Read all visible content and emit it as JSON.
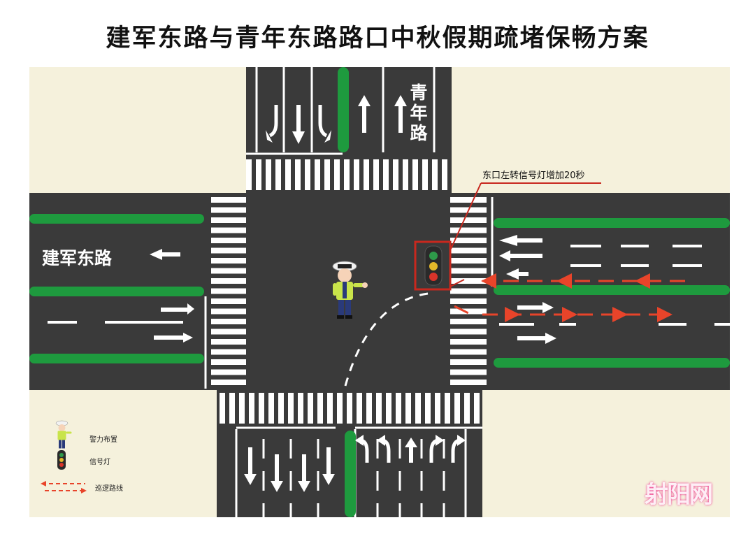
{
  "title": "建军东路与青年东路路口中秋假期疏堵保畅方案",
  "road_north_label": "青年路",
  "road_west_label": "建军东路",
  "callout_text": "东口左转信号灯增加20秒",
  "legend": {
    "police": "警力布置",
    "signal": "信号灯",
    "patrol": "巡逻路线"
  },
  "watermark": "射阳网",
  "colors": {
    "road": "#3a3a3a",
    "background": "#f5f1dc",
    "median": "#1e9a3e",
    "patrol_arrow": "#e8442a",
    "callout_line": "#c8281e"
  }
}
